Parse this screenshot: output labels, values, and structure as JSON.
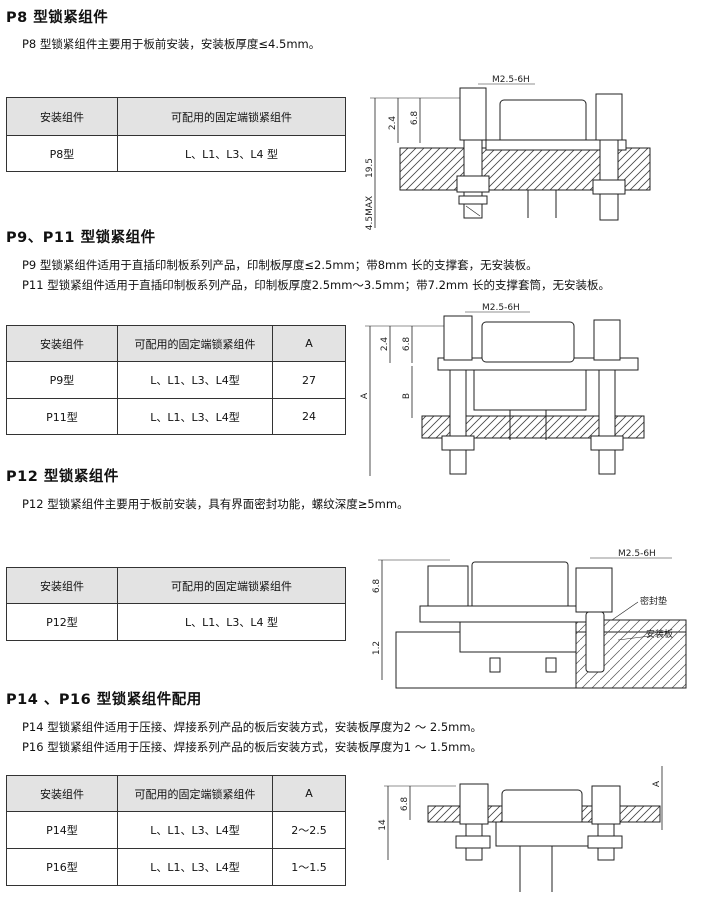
{
  "sections": [
    {
      "title": "P8 型锁紧组件",
      "desc": [
        "P8 型锁紧组件主要用于板前安装，安装板厚度≤4.5mm。"
      ],
      "headers": [
        "安装组件",
        "可配用的固定端锁紧组件"
      ],
      "rows": [
        [
          "P8型",
          "L、L1、L3、L4 型"
        ]
      ],
      "dims": {
        "thread": "M2.5-6H",
        "d1": "2.4",
        "d2": "6.8",
        "d3": "19.5",
        "d4": "4.5MAX"
      }
    },
    {
      "title": "P9、P11 型锁紧组件",
      "desc": [
        "P9 型锁紧组件适用于直插印制板系列产品，印制板厚度≤2.5mm；带8mm 长的支撑套，无安装板。",
        "P11 型锁紧组件适用于直插印制板系列产品，印制板厚度2.5mm～3.5mm；带7.2mm 长的支撑套筒，无安装板。"
      ],
      "headers": [
        "安装组件",
        "可配用的固定端锁紧组件",
        "A"
      ],
      "rows": [
        [
          "P9型",
          "L、L1、L3、L4型",
          "27"
        ],
        [
          "P11型",
          "L、L1、L3、L4型",
          "24"
        ]
      ],
      "dims": {
        "thread": "M2.5-6H",
        "d1": "2.4",
        "d2": "6.8",
        "a": "A",
        "b": "B"
      }
    },
    {
      "title": "P12 型锁紧组件",
      "desc": [
        "P12 型锁紧组件主要用于板前安装，具有界面密封功能，螺纹深度≥5mm。"
      ],
      "headers": [
        "安装组件",
        "可配用的固定端锁紧组件"
      ],
      "rows": [
        [
          "P12型",
          "L、L1、L3、L4 型"
        ]
      ],
      "dims": {
        "thread": "M2.5-6H",
        "d1": "6.8",
        "d2": "1.2",
        "seal": "密封垫",
        "plate": "安装板"
      }
    },
    {
      "title": "P14 、P16 型锁紧组件配用",
      "desc": [
        "P14 型锁紧组件适用于压接、焊接系列产品的板后安装方式，安装板厚度为2 ～ 2.5mm。",
        "P16 型锁紧组件适用于压接、焊接系列产品的板后安装方式，安装板厚度为1 ～ 1.5mm。"
      ],
      "headers": [
        "安装组件",
        "可配用的固定端锁紧组件",
        "A"
      ],
      "rows": [
        [
          "P14型",
          "L、L1、L3、L4型",
          "2～2.5"
        ],
        [
          "P16型",
          "L、L1、L3、L4型",
          "1～1.5"
        ]
      ],
      "dims": {
        "d1": "6.8",
        "d2": "14",
        "a": "A"
      }
    }
  ]
}
